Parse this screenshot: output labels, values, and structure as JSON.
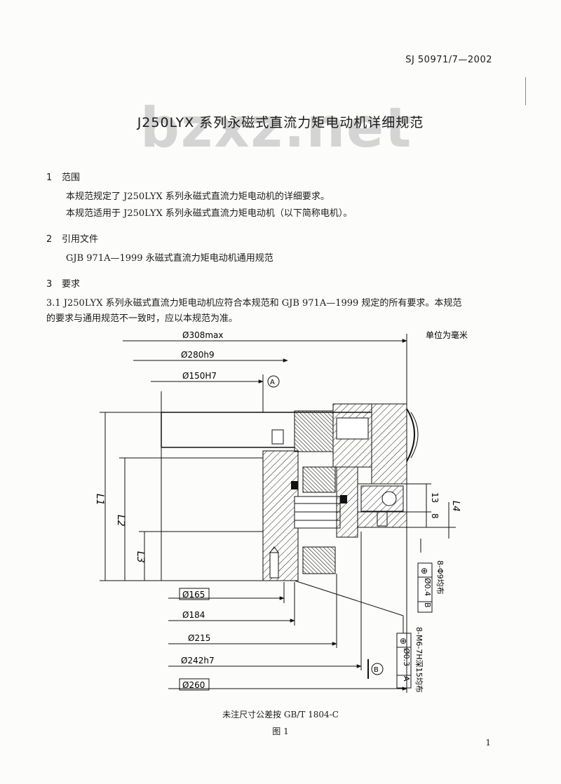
{
  "header": {
    "standard_number": "SJ 50971/7—2002"
  },
  "watermark": "bzxz.net",
  "title": "J250LYX 系列永磁式直流力矩电动机详细规范",
  "sections": {
    "s1": {
      "num": "1",
      "title": "范围",
      "p1": "本规范规定了 J250LYX 系列永磁式直流力矩电动机的详细要求。",
      "p2": "本规范适用于 J250LYX 系列永磁式直流力矩电动机（以下简称电机）。"
    },
    "s2": {
      "num": "2",
      "title": "引用文件",
      "ref": "GJB 971A—1999  永磁式直流力矩电动机通用规范"
    },
    "s3": {
      "num": "3",
      "title": "要求",
      "p1": "3.1   J250LYX 系列永磁式直流力矩电动机应符合本规范和 GJB 971A—1999 规定的所有要求。本规范",
      "p2": "的要求与通用规范不一致时，应以本规范为准。"
    }
  },
  "figure": {
    "unit_note": "单位为毫米",
    "dims_top": [
      "Ø308max",
      "Ø280h9",
      "Ø150H7"
    ],
    "dims_bottom": [
      "Ø165",
      "Ø184",
      "Ø215",
      "Ø242h7",
      "Ø260"
    ],
    "dims_vertical": [
      "L1",
      "L2",
      "L3",
      "13",
      "8",
      "L4"
    ],
    "datum_a": "A",
    "datum_b": "B",
    "fcf1": {
      "symbol": "⊕",
      "tol": "Ø0.4",
      "datum": "B",
      "note": "8-Φ9均布"
    },
    "fcf2": {
      "symbol": "⊕",
      "tol": "Ø0.3",
      "datum": "A",
      "note": "8-M6-7H深15均布"
    }
  },
  "caption": "未注尺寸公差按 GB/T 1804-C",
  "figure_label": "图 1",
  "page_number": "1"
}
